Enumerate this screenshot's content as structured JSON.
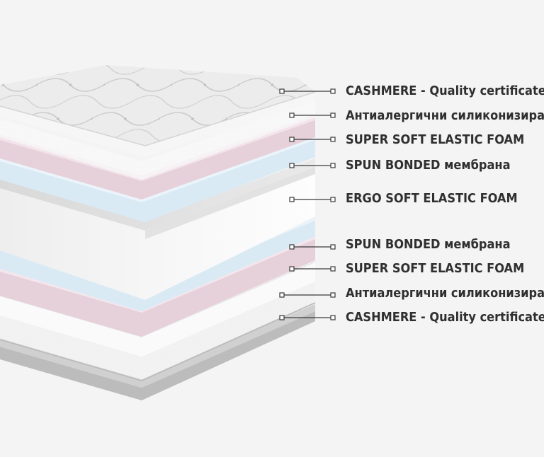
{
  "layers": [
    {
      "label": "CASHMERE - Quality certificate"
    },
    {
      "label": "Антиалергични силиконизира"
    },
    {
      "label": "SUPER SOFT ELASTIC FOAM"
    },
    {
      "label": "SPUN BONDED мембрана"
    },
    {
      "label": "ERGO SOFT ELASTIC FOAM"
    },
    {
      "label": "SPUN BONDED мембрана"
    },
    {
      "label": "SUPER SOFT ELASTIC FOAM"
    },
    {
      "label": "Антиалергични силиконизира"
    },
    {
      "label": "CASHMERE - Quality certificate"
    }
  ],
  "colors": {
    "background": "#f4f4f4",
    "label_text": "#2f2f2f",
    "leader_line": "#3a3a3a",
    "cashmere_quilt": "#e9e9e9",
    "silicone_fiber": "#f7f7f7",
    "soft_foam_pink": "#e8d3dd",
    "spun_bonded_blue": "#dcecf5",
    "ergo_foam_white": "#f9f9f9",
    "base_gray": "#bdbdbd"
  }
}
